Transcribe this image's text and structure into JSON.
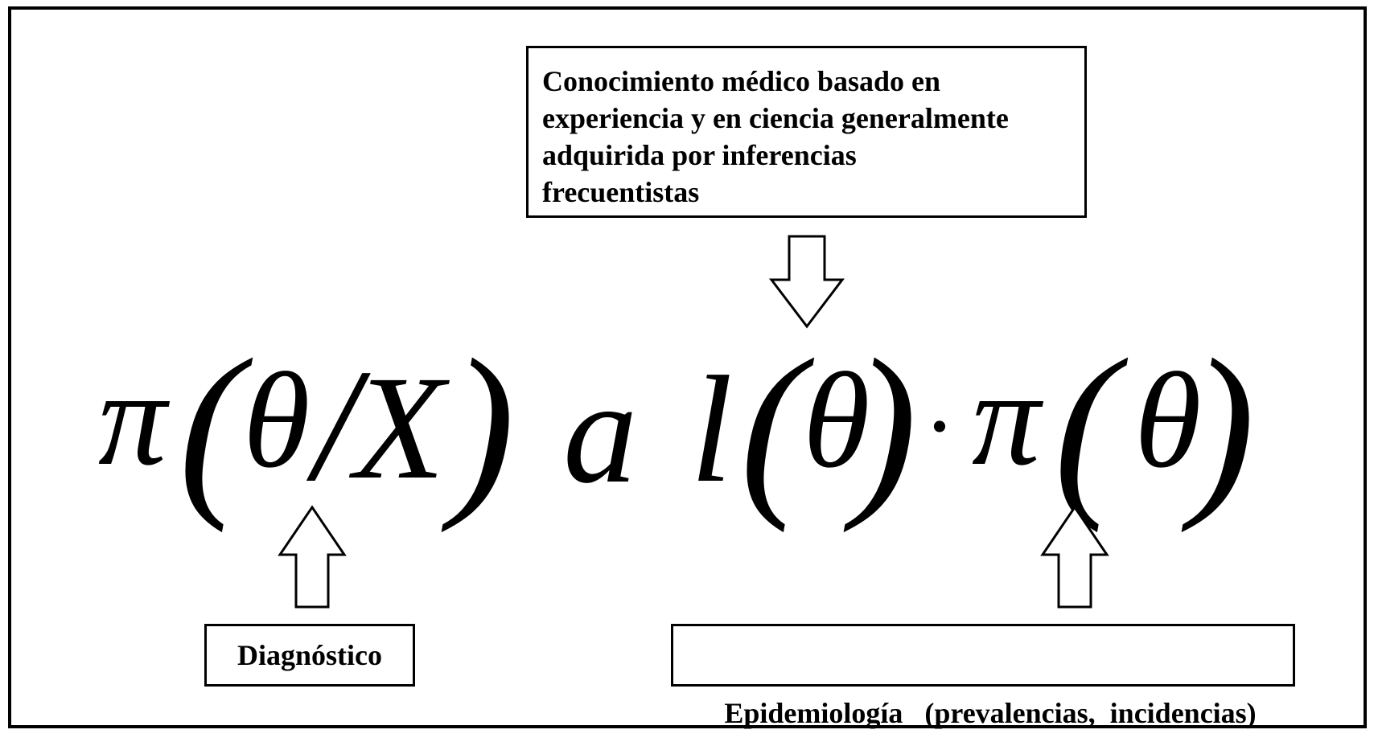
{
  "knowledge_box": {
    "lines": [
      "Conocimiento médico basado en",
      "experiencia y en ciencia generalmente",
      "adquirida por inferencias",
      "frecuentistas"
    ]
  },
  "formula": {
    "posterior_pi": "π",
    "open_paren_1": "(",
    "theta_1": "θ",
    "slash": "/",
    "x": "X",
    "close_paren_1": ")",
    "proportional": "a",
    "likelihood_l": "l",
    "open_paren_2": "(",
    "theta_2": "θ",
    "close_paren_2": ")",
    "dot": "·",
    "prior_pi": "π",
    "open_paren_3": "(",
    "theta_3": "θ",
    "close_paren_3": ")"
  },
  "diagnosis_box": {
    "label": "Diagnóstico"
  },
  "epidemiology_box": {
    "label": "Epidemiología   (prevalencias,  incidencias)"
  }
}
